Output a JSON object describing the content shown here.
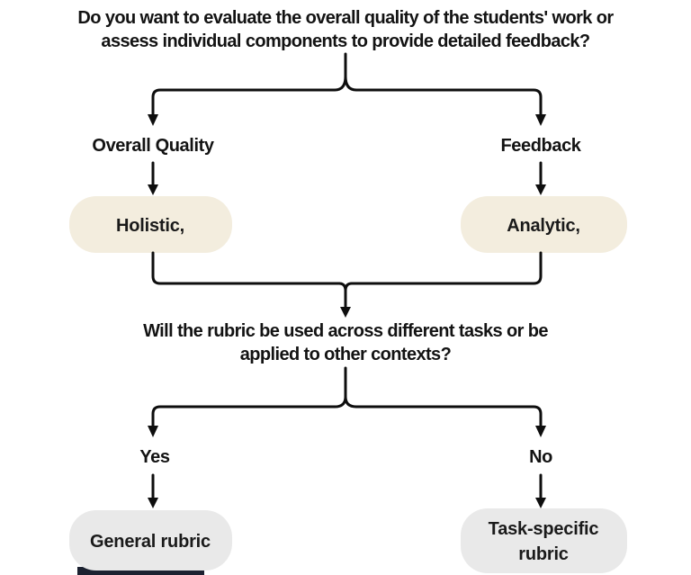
{
  "flowchart": {
    "question1": {
      "line1": "Do you want to evaluate the overall quality of the students' work or",
      "line2": "assess individual components to provide detailed feedback?"
    },
    "branch1": {
      "left_label": "Overall Quality",
      "right_label": "Feedback",
      "left_node": "Holistic,",
      "right_node": "Analytic,"
    },
    "question2": {
      "line1": "Will the rubric be used across different tasks or be",
      "line2": "applied to other contexts?"
    },
    "branch2": {
      "left_label": "Yes",
      "right_label": "No",
      "left_node": "General rubric",
      "right_node_line1": "Task-specific",
      "right_node_line2": "rubric"
    }
  },
  "colors": {
    "background": "#ffffff",
    "line": "#0e0e0e",
    "text": "#131313",
    "node_cream": "#f3edde",
    "node_gray": "#e9e9e9",
    "footer_bar": "#1c2130"
  }
}
